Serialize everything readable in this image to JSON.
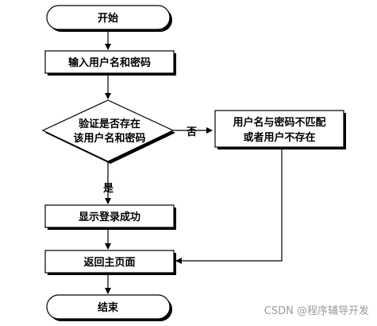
{
  "flowchart": {
    "start": "开始",
    "input": "输入用户名和密码",
    "decision_line1": "验证是否存在",
    "decision_line2": "该用户名和密码",
    "error_line1": "用户名与密码不匹配",
    "error_line2": "或者用户不存在",
    "success": "显示登录成功",
    "return": "返回主页面",
    "end": "结束",
    "edge_no": "否",
    "edge_yes": "是"
  },
  "watermark": "CSDN @程序辅导开发"
}
